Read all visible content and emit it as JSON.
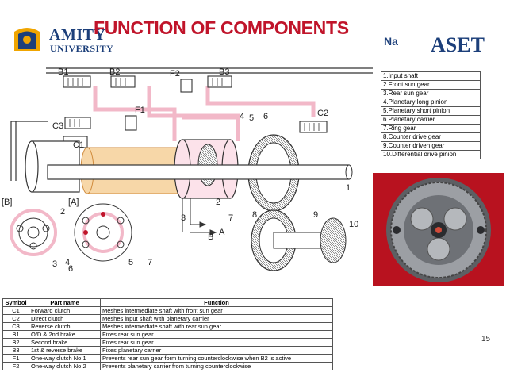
{
  "header": {
    "title": "FUNCTION OF COMPONENTS",
    "overlap_text": "Na",
    "logo_name": "AMITY",
    "logo_sub": "UNIVERSITY",
    "aset": "ASET"
  },
  "legend": [
    "1.Input shaft",
    "2.Front sun gear",
    "3.Rear sun gear",
    "4.Planetary long pinion",
    "5.Planetary short pinion",
    "6.Planetary carrier",
    "7.Ring gear",
    "8.Counter drive gear",
    "9.Counter driven gear",
    "10.Differential drive pinion"
  ],
  "diagram_labels": {
    "b1": "B1",
    "b2": "B2",
    "f2": "F2",
    "b3": "B3",
    "f1": "F1",
    "c2": "C2",
    "c3": "C3",
    "c1": "C1",
    "n1": "1",
    "n2a": "2",
    "n2b": "2",
    "n3a": "3",
    "n3b": "3",
    "n4": "4",
    "n5": "5",
    "n6": "6",
    "n6b": "6",
    "n7a": "7",
    "n7b": "7",
    "n8": "8",
    "n9": "9",
    "n10": "10",
    "n5b": "5",
    "box_b": "[B]",
    "box_a": "[A]",
    "arrow_b": "B",
    "arrow_a": "A"
  },
  "function_table": {
    "headers": [
      "Symbol",
      "Part name",
      "Function"
    ],
    "rows": [
      [
        "C1",
        "Forward clutch",
        "Meshes intermediate shaft with front sun gear"
      ],
      [
        "C2",
        "Direct clutch",
        "Meshes input shaft with planetary carrier"
      ],
      [
        "C3",
        "Reverse clutch",
        "Meshes intermediate shaft with rear sun gear"
      ],
      [
        "B1",
        "O/D & 2nd brake",
        "Fixes rear sun gear"
      ],
      [
        "B2",
        "Second brake",
        "Fixes rear sun gear"
      ],
      [
        "B3",
        "1st & reverse brake",
        "Fixes planetary carrier"
      ],
      [
        "F1",
        "One-way clutch No.1",
        "Prevents rear sun gear form turning counterclockwise when B2 is active"
      ],
      [
        "F2",
        "One-way clutch No.2",
        "Prevents planetary carrier from turning counterclockwise"
      ]
    ]
  },
  "page_number": "15",
  "colors": {
    "title": "#c0142a",
    "brand_blue": "#1c3f7a",
    "highlight_pink": "#f2b8c8",
    "highlight_orange": "#f7d7a8"
  }
}
